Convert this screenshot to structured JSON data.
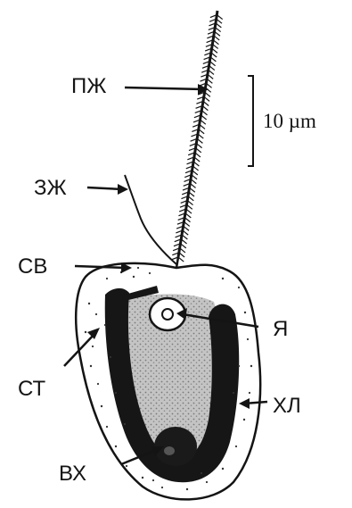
{
  "labels": {
    "pzh": "ПЖ",
    "zzh": "ЗЖ",
    "sv": "СВ",
    "st": "СТ",
    "ya": "Я",
    "khl": "ХЛ",
    "vkh": "ВХ"
  },
  "scale_bar": {
    "text": "10 µm"
  },
  "colors": {
    "ink": "#141414",
    "cytoplasm": "#bdbdbd",
    "chloroplast": "#161616"
  }
}
